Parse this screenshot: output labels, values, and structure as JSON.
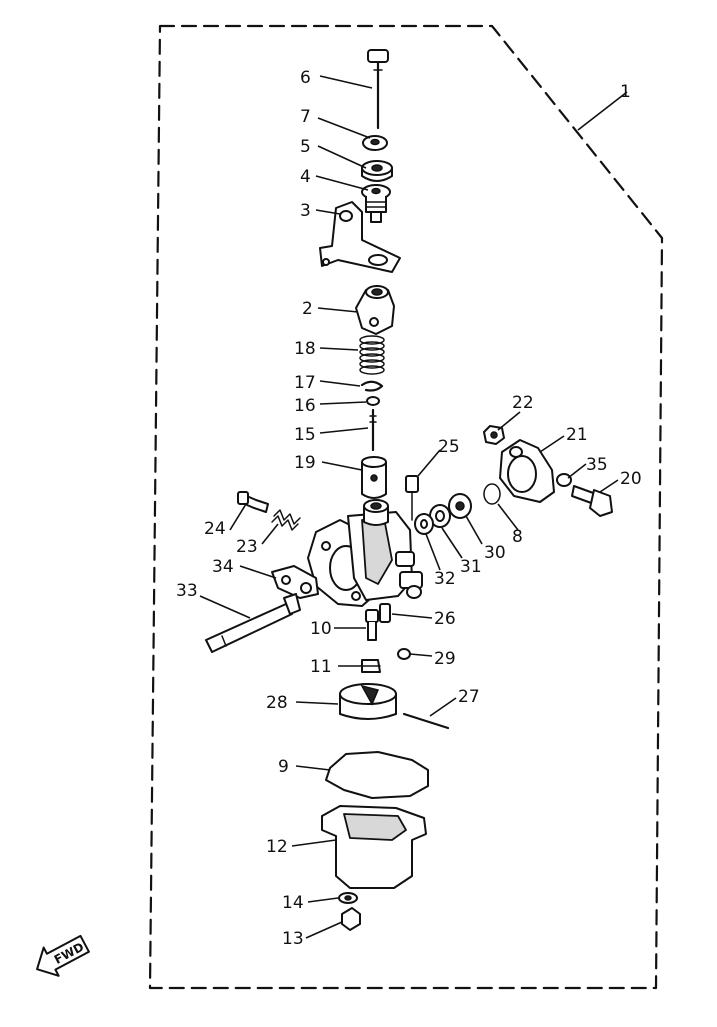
{
  "callouts": [
    {
      "id": "c1",
      "text": "1"
    },
    {
      "id": "c2",
      "text": "2"
    },
    {
      "id": "c3",
      "text": "3"
    },
    {
      "id": "c4",
      "text": "4"
    },
    {
      "id": "c5",
      "text": "5"
    },
    {
      "id": "c6",
      "text": "6"
    },
    {
      "id": "c7",
      "text": "7"
    },
    {
      "id": "c8",
      "text": "8"
    },
    {
      "id": "c9",
      "text": "9"
    },
    {
      "id": "c10",
      "text": "10"
    },
    {
      "id": "c11",
      "text": "11"
    },
    {
      "id": "c12",
      "text": "12"
    },
    {
      "id": "c13",
      "text": "13"
    },
    {
      "id": "c14",
      "text": "14"
    },
    {
      "id": "c15",
      "text": "15"
    },
    {
      "id": "c16",
      "text": "16"
    },
    {
      "id": "c17",
      "text": "17"
    },
    {
      "id": "c18",
      "text": "18"
    },
    {
      "id": "c19",
      "text": "19"
    },
    {
      "id": "c20",
      "text": "20"
    },
    {
      "id": "c21",
      "text": "21"
    },
    {
      "id": "c22",
      "text": "22"
    },
    {
      "id": "c23",
      "text": "23"
    },
    {
      "id": "c24",
      "text": "24"
    },
    {
      "id": "c25",
      "text": "25"
    },
    {
      "id": "c26",
      "text": "26"
    },
    {
      "id": "c27",
      "text": "27"
    },
    {
      "id": "c28",
      "text": "28"
    },
    {
      "id": "c29",
      "text": "29"
    },
    {
      "id": "c30",
      "text": "30"
    },
    {
      "id": "c31",
      "text": "31"
    },
    {
      "id": "c32",
      "text": "32"
    },
    {
      "id": "c33",
      "text": "33"
    },
    {
      "id": "c34",
      "text": "34"
    },
    {
      "id": "c35",
      "text": "35"
    }
  ],
  "direction_badge": {
    "text": "FWD",
    "icon": "arrow-left-icon"
  }
}
